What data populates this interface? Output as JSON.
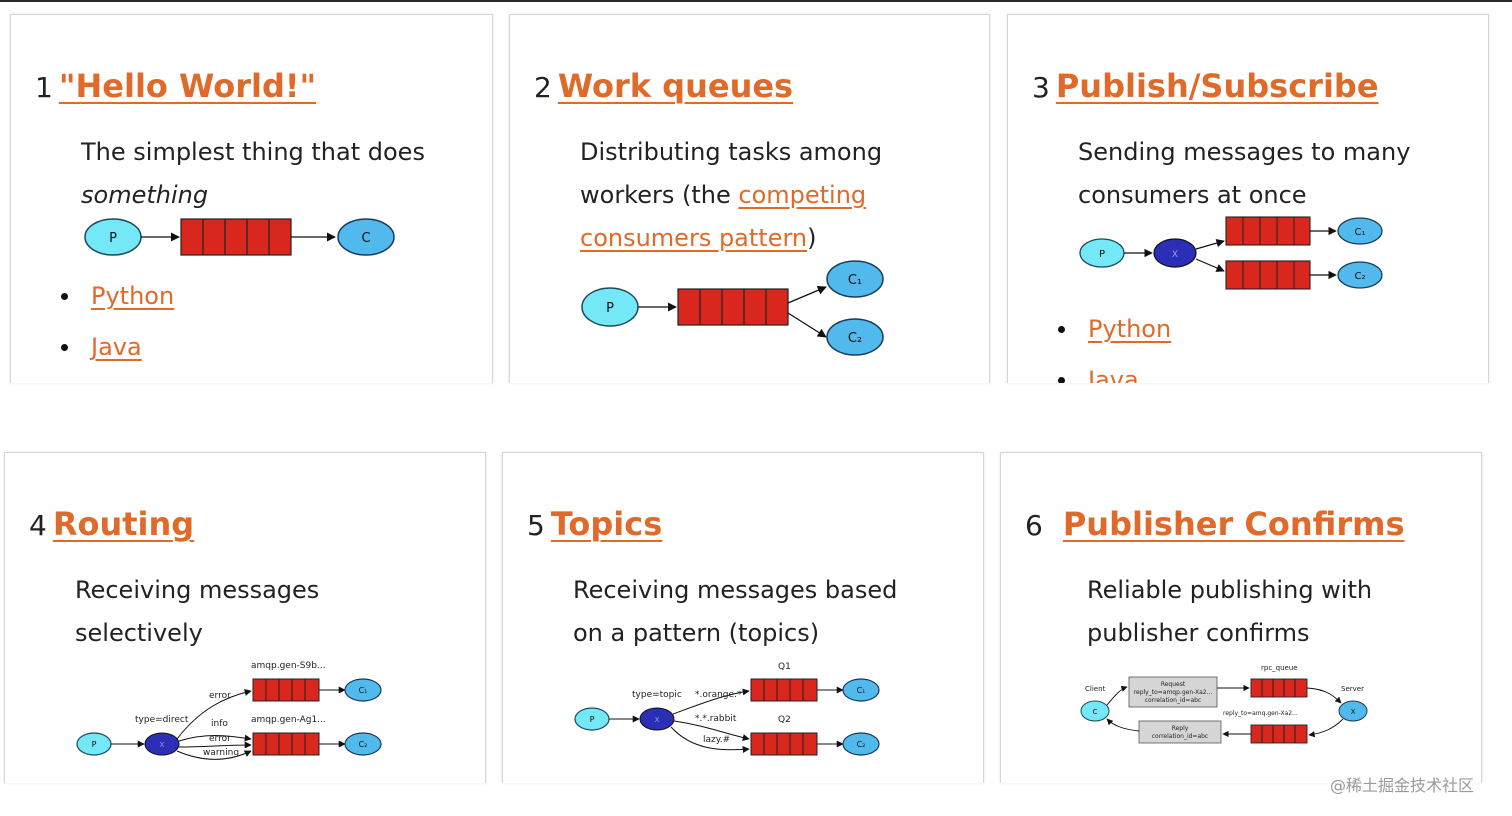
{
  "tutorials": [
    {
      "number": "1",
      "title": "\"Hello World!\"",
      "desc_line1": "The simplest thing that does",
      "desc_line2": "something",
      "links": [
        "Python",
        "Java"
      ]
    },
    {
      "number": "2",
      "title": "Work queues",
      "desc_line1": "Distributing tasks among",
      "desc_pre": "workers (the ",
      "desc_link": "competing",
      "desc_link2": "consumers pattern",
      "desc_post": ")"
    },
    {
      "number": "3",
      "title": "Publish/Subscribe",
      "desc_line1": "Sending messages to many",
      "desc_line2": "consumers at once",
      "links": [
        "Python",
        "Java"
      ]
    },
    {
      "number": "4",
      "title": "Routing",
      "desc_line1": "Receiving messages",
      "desc_line2": "selectively"
    },
    {
      "number": "5",
      "title": "Topics",
      "desc_line1": "Receiving messages based",
      "desc_line2": "on a pattern (topics)"
    },
    {
      "number": "6",
      "title": "Publisher Confirms",
      "desc_line1": "Reliable publishing with",
      "desc_line2": "publisher confirms"
    }
  ],
  "diagram_labels": {
    "producer": "P",
    "consumer": "C",
    "consumer1": "C₁",
    "consumer2": "C₂",
    "exchange": "X",
    "routing_type": "type=direct",
    "routing_queue1": "amqp.gen-S9b...",
    "routing_queue2": "amqp.gen-Ag1...",
    "routing_key_error": "error",
    "routing_key_info": "info",
    "routing_key_warning": "warning",
    "topic_type": "type=topic",
    "topic_queue1": "Q1",
    "topic_queue2": "Q2",
    "topic_key_orange": "*.orange.*",
    "topic_key_rabbit": "*.*.rabbit",
    "topic_key_lazy": "lazy.#",
    "confirm_client": "Client",
    "confirm_server": "Server",
    "confirm_queue": "rpc_queue",
    "confirm_request_1": "Request",
    "confirm_request_2": "reply_to=amqp.gen-Xa2...",
    "confirm_request_3": "correlation_id=abc",
    "confirm_reply_queue": "reply_to=amq.gen-Xa2...",
    "confirm_reply_1": "Reply",
    "confirm_reply_2": "correlation_id=abc"
  },
  "colors": {
    "accent": "#e06a2a",
    "producer_fill": "#74e8f7",
    "consumer_fill": "#52b9ec",
    "exchange_fill": "#2b2fb5",
    "queue_fill": "#d9271e",
    "message_fill": "#d6d6d6"
  },
  "watermark": "@稀土掘金技术社区"
}
